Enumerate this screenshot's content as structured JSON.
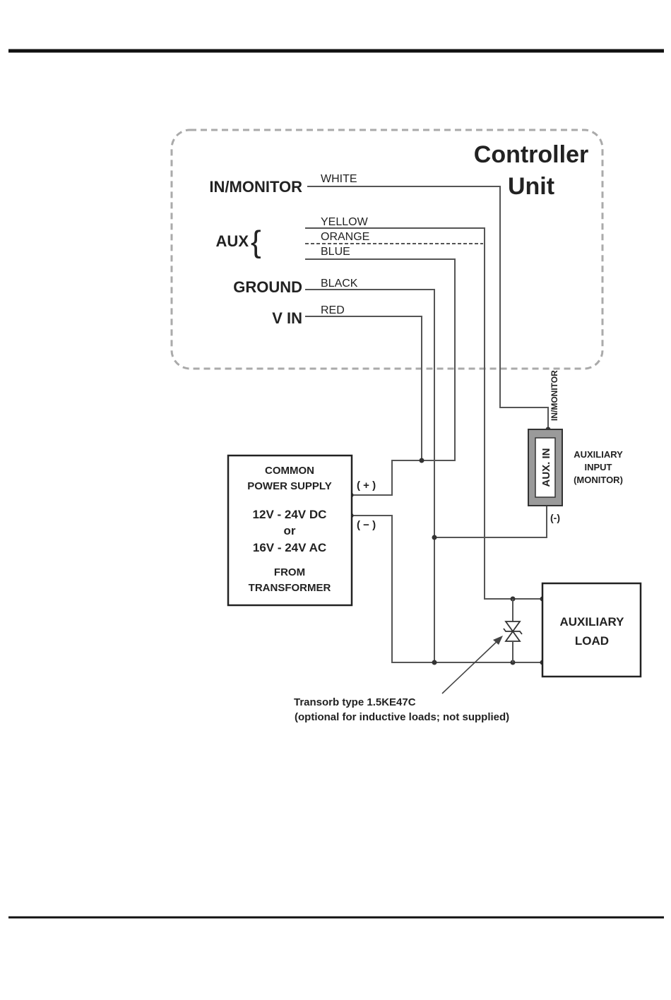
{
  "controller": {
    "title_line1": "Controller",
    "title_line2": "Unit"
  },
  "terminals": {
    "in_monitor": "IN/MONITOR",
    "aux": "AUX",
    "aux_brace": "{",
    "ground": "GROUND",
    "v_in": "V IN"
  },
  "wires": {
    "white": "WHITE",
    "yellow": "YELLOW",
    "orange": "ORANGE",
    "blue": "BLUE",
    "black": "BLACK",
    "red": "RED"
  },
  "power_supply": {
    "line1": "COMMON",
    "line2": "POWER SUPPLY",
    "line3": "12V - 24V DC",
    "line4": "or",
    "line5": "16V - 24V AC",
    "line6": "FROM",
    "line7": "TRANSFORMER",
    "plus": "( + )",
    "minus": "( − )"
  },
  "aux_input": {
    "module_label": "AUX. IN",
    "top_label": "IN/MONITOR",
    "caption_line1": "AUXILIARY",
    "caption_line2": "INPUT",
    "caption_line3": "(MONITOR)",
    "neg": "(-)"
  },
  "aux_load": {
    "line1": "AUXILIARY",
    "line2": "LOAD"
  },
  "transorb": {
    "line1": "Transorb type 1.5KE47C",
    "line2": "(optional for inductive loads; not supplied)"
  }
}
